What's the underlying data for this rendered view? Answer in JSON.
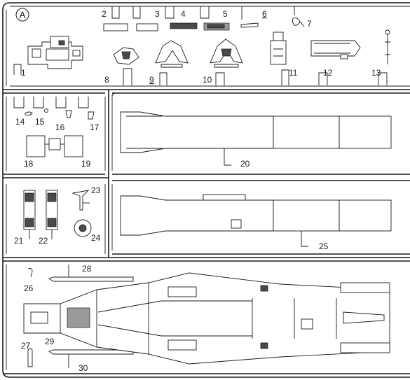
{
  "sprue": {
    "id": "A",
    "parts": [
      {
        "n": "1"
      },
      {
        "n": "2"
      },
      {
        "n": "3"
      },
      {
        "n": "4"
      },
      {
        "n": "5"
      },
      {
        "n": "6",
        "underlined": true
      },
      {
        "n": "7"
      },
      {
        "n": "8"
      },
      {
        "n": "9",
        "underlined": true
      },
      {
        "n": "10"
      },
      {
        "n": "11"
      },
      {
        "n": "12"
      },
      {
        "n": "13"
      },
      {
        "n": "14"
      },
      {
        "n": "15"
      },
      {
        "n": "16"
      },
      {
        "n": "17"
      },
      {
        "n": "18"
      },
      {
        "n": "19"
      },
      {
        "n": "20"
      },
      {
        "n": "21"
      },
      {
        "n": "22"
      },
      {
        "n": "23"
      },
      {
        "n": "24"
      },
      {
        "n": "25"
      },
      {
        "n": "26"
      },
      {
        "n": "27"
      },
      {
        "n": "28"
      },
      {
        "n": "29"
      },
      {
        "n": "30"
      }
    ]
  }
}
